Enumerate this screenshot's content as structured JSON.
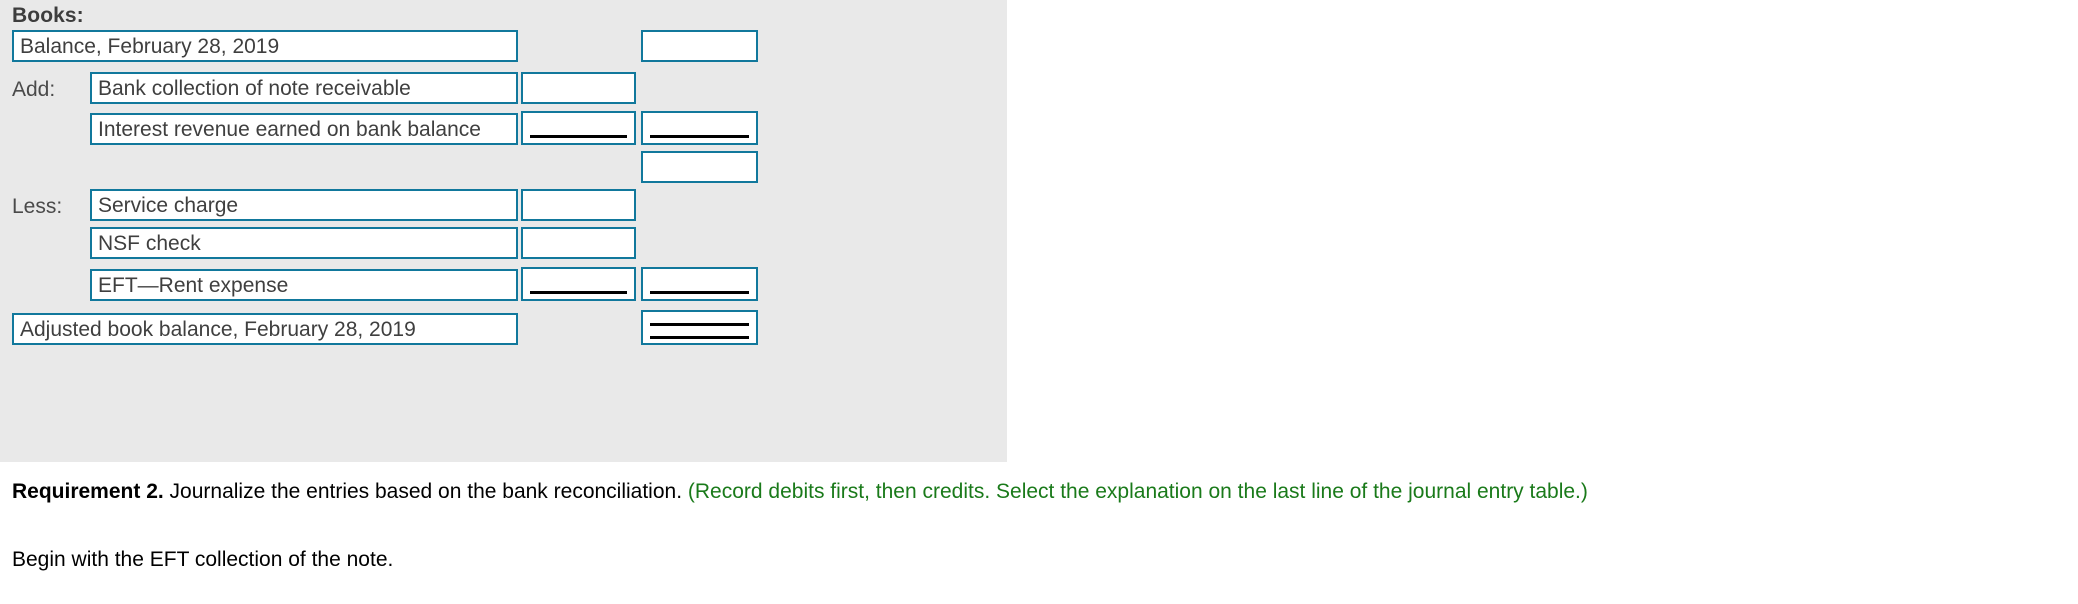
{
  "panel": {
    "title": "Books:",
    "labels": {
      "add": "Add:",
      "less": "Less:"
    },
    "rows": [
      {
        "key": "balance",
        "description": "Balance, February 28, 2019",
        "amount_middle": "",
        "amount_right": ""
      },
      {
        "key": "bank-collection",
        "description": "Bank collection of note receivable",
        "amount_middle": "",
        "amount_right": ""
      },
      {
        "key": "interest-revenue",
        "description": "Interest revenue earned on bank balance",
        "amount_middle": "",
        "amount_right": ""
      },
      {
        "key": "add-subtotal",
        "description": "",
        "amount_middle": "",
        "amount_right": ""
      },
      {
        "key": "service-charge",
        "description": "Service charge",
        "amount_middle": "",
        "amount_right": ""
      },
      {
        "key": "nsf-check",
        "description": "NSF check",
        "amount_middle": "",
        "amount_right": ""
      },
      {
        "key": "eft-rent-expense",
        "description": "EFT—Rent expense",
        "amount_middle": "",
        "amount_right": ""
      },
      {
        "key": "adjusted-book-balance",
        "description": "Adjusted book balance, February 28, 2019",
        "amount_middle": "",
        "amount_right": ""
      }
    ]
  },
  "requirement": {
    "label": "Requirement 2.",
    "text": " Journalize the entries based on the bank reconciliation. ",
    "hint": "(Record debits first, then credits. Select the explanation on the last line of the journal entry table.)"
  },
  "instruction": {
    "text": "Begin with the EFT collection of the note."
  },
  "colors": {
    "panel_background": "#e9e9e9",
    "field_border": "#11789c",
    "hint_green": "#1a7a1a",
    "rule_black": "#000000"
  }
}
